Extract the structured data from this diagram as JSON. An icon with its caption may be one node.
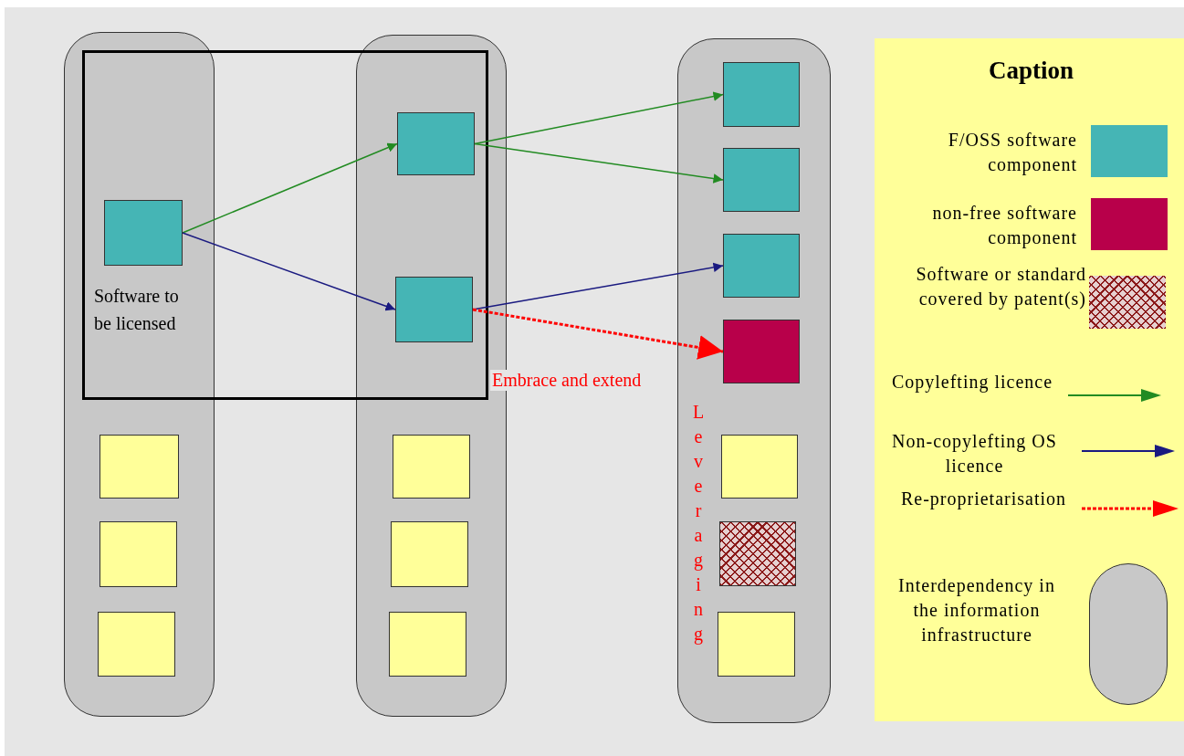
{
  "diagram": {
    "nodes": [
      {
        "text": [],
        "shape": "box"
      },
      {
        "text": [],
        "shape": "box",
        "in": 0,
        "beside": [
          "Software to be licensed"
        ]
      },
      {
        "text": [],
        "shape": "box",
        "in": 0
      },
      {
        "text": [],
        "shape": "box",
        "in": 0
      },
      {
        "text": [],
        "shape": "box",
        "in": 0
      },
      {
        "text": [],
        "shape": "box"
      },
      {
        "text": [],
        "shape": "box",
        "in": 5
      },
      {
        "text": [],
        "shape": "box",
        "in": 5
      },
      {
        "text": [],
        "shape": "box",
        "in": 5
      },
      {
        "text": [],
        "shape": "box",
        "in": 5
      },
      {
        "text": [],
        "shape": "box",
        "in": 5
      },
      {
        "text": [],
        "shape": "box"
      },
      {
        "text": [],
        "shape": "box",
        "in": 11
      },
      {
        "text": [],
        "shape": "box",
        "in": 11
      },
      {
        "text": [],
        "shape": "box",
        "in": 11
      },
      {
        "text": [],
        "shape": "box",
        "in": 11
      },
      {
        "text": [],
        "shape": "box",
        "in": 11
      },
      {
        "text": [],
        "shape": "box",
        "in": 11
      },
      {
        "text": [],
        "shape": "box",
        "in": 11
      }
    ],
    "edges": [
      {
        "from": 1,
        "to": 6,
        "arrow": "to",
        "color": "#228b22"
      },
      {
        "from": 1,
        "to": 7,
        "arrow": "to",
        "color": "#1a1a80"
      },
      {
        "from": 6,
        "to": 12,
        "arrow": "to",
        "color": "#228b22"
      },
      {
        "from": 6,
        "to": 13,
        "arrow": "to",
        "color": "#228b22"
      },
      {
        "from": 7,
        "to": 14,
        "arrow": "to",
        "color": "#1a1a80"
      },
      {
        "from": 7,
        "to": 15,
        "arrow": "to",
        "style": "dashed",
        "color": "#ff0000",
        "label": "Embrace and extend"
      }
    ],
    "labels": [
      "Leveraging",
      "Caption"
    ],
    "legend": [
      {
        "text": "F/OSS software component",
        "color": "#45b5b5"
      },
      {
        "text": "non-free software component",
        "color": "#b8004a"
      },
      {
        "text": "Software or standard covered by patent(s)"
      },
      {
        "text": "Copylefting licence"
      },
      {
        "text": "Non-copylefting OS licence"
      },
      {
        "text": "Re-proprietarisation"
      },
      {
        "text": "Interdependency in the information infrastructure"
      }
    ]
  }
}
